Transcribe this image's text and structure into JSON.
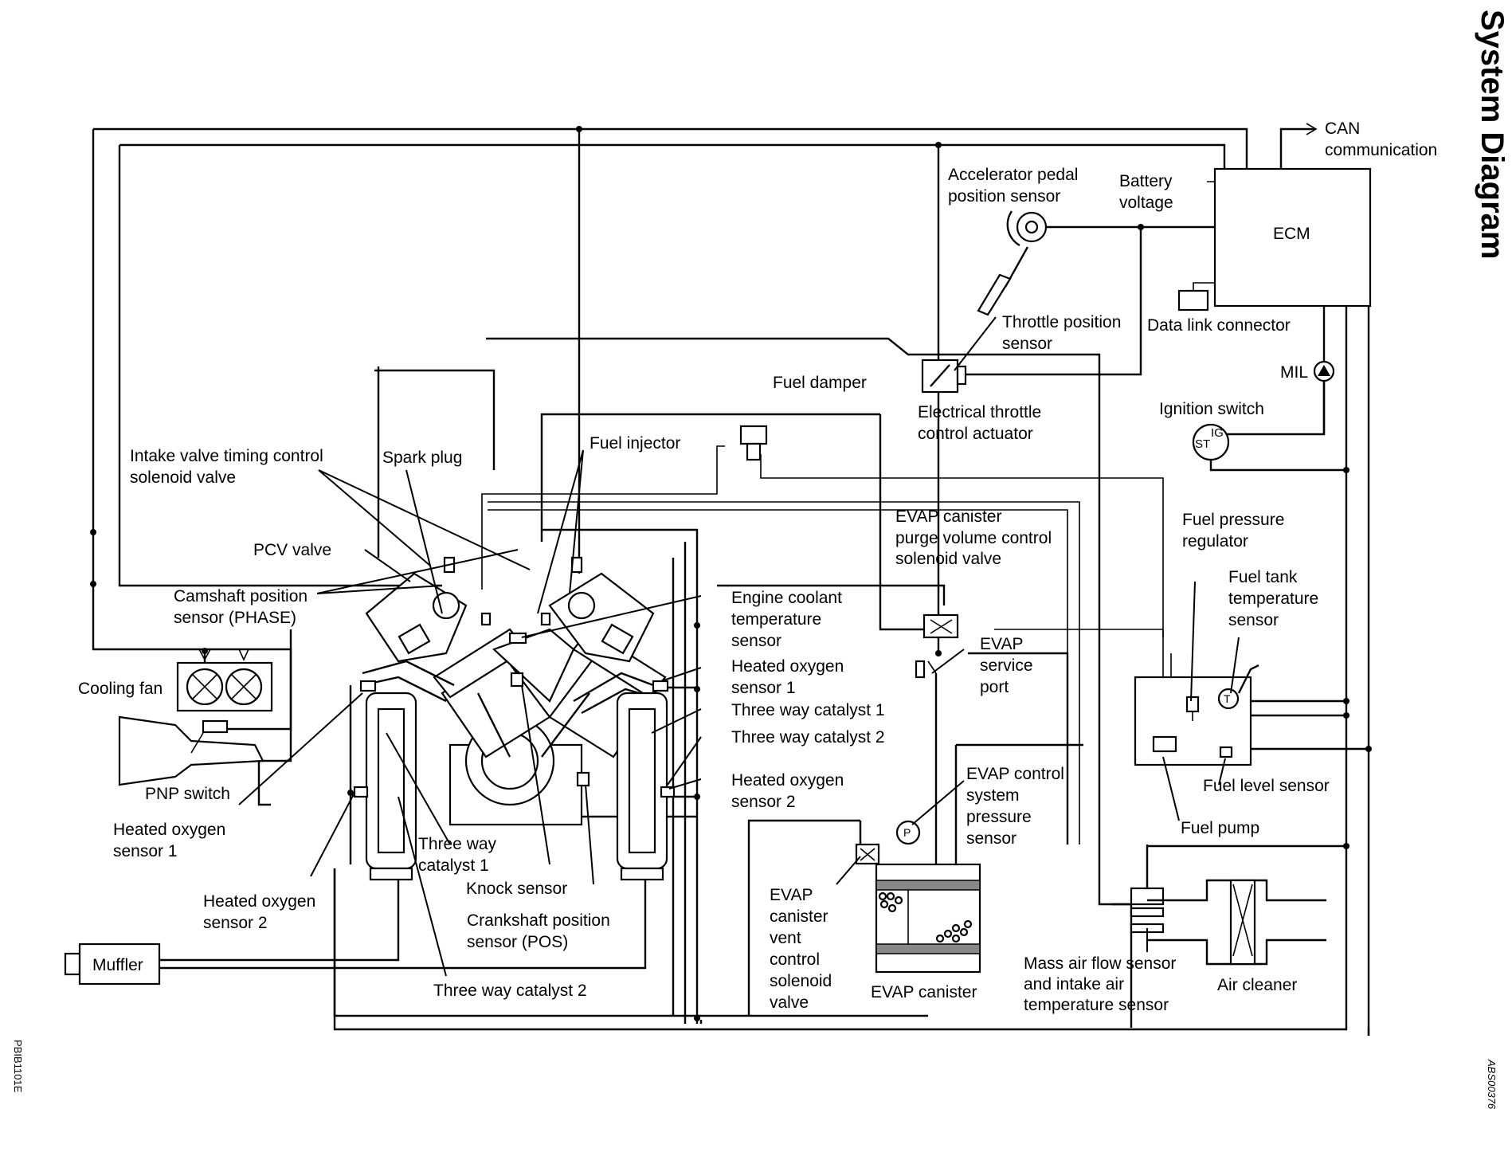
{
  "title": "System Diagram",
  "left_code": "PBIB1101E",
  "right_code": "ABS00376",
  "labels": {
    "can": "CAN",
    "communication": "communication",
    "accelerator_1": "Accelerator pedal",
    "accelerator_2": "position sensor",
    "battery_1": "Battery",
    "battery_2": "voltage",
    "ecm": "ECM",
    "data_link": "Data link connector",
    "throttle_pos_1": "Throttle position",
    "throttle_pos_2": "sensor",
    "mil": "MIL",
    "fuel_damper": "Fuel damper",
    "etc_1": "Electrical throttle",
    "etc_2": "control actuator",
    "ignition": "Ignition switch",
    "ig": "IG",
    "st": "ST",
    "intake_valve_1": "Intake valve timing control",
    "intake_valve_2": "solenoid valve",
    "spark_plug": "Spark plug",
    "fuel_injector": "Fuel injector",
    "evap_purge_1": "EVAP canister",
    "evap_purge_2": "purge volume control",
    "evap_purge_3": "solenoid valve",
    "fuel_pressure_1": "Fuel pressure",
    "fuel_pressure_2": "regulator",
    "fuel_tank_temp_1": "Fuel tank",
    "fuel_tank_temp_2": "temperature",
    "fuel_tank_temp_3": "sensor",
    "pcv": "PCV valve",
    "camshaft_1": "Camshaft position",
    "camshaft_2": "sensor (PHASE)",
    "coolant_1": "Engine coolant",
    "coolant_2": "temperature",
    "coolant_3": "sensor",
    "evap_service_1": "EVAP",
    "evap_service_2": "service",
    "evap_service_3": "port",
    "cooling_fan": "Cooling fan",
    "ho2_1a": "Heated oxygen",
    "ho2_1b": "sensor 1",
    "twc1": "Three way catalyst 1",
    "twc2": "Three way catalyst 2",
    "ho2_2a": "Heated oxygen",
    "ho2_2b": "sensor 2",
    "evap_ctrl_1": "EVAP control",
    "evap_ctrl_2": "system",
    "evap_ctrl_3": "pressure",
    "evap_ctrl_4": "sensor",
    "fuel_level": "Fuel level sensor",
    "fuel_pump": "Fuel pump",
    "pnp": "PNP switch",
    "l_ho2_1a": "Heated oxygen",
    "l_ho2_1b": "sensor 1",
    "l_twc1_1": "Three way",
    "l_twc1_2": "catalyst 1",
    "knock": "Knock sensor",
    "l_ho2_2a": "Heated oxygen",
    "l_ho2_2b": "sensor 2",
    "crank_1": "Crankshaft position",
    "crank_2": "sensor (POS)",
    "vent_1": "EVAP",
    "vent_2": "canister",
    "vent_3": "vent",
    "vent_4": "control",
    "vent_5": "solenoid",
    "vent_6": "valve",
    "maf_1": "Mass air flow sensor",
    "maf_2": "and intake air",
    "maf_3": "temperature sensor",
    "air_cleaner": "Air cleaner",
    "muffler": "Muffler",
    "l_twc2": "Three way catalyst 2",
    "evap_canister": "EVAP canister",
    "p": "P",
    "t": "T"
  }
}
